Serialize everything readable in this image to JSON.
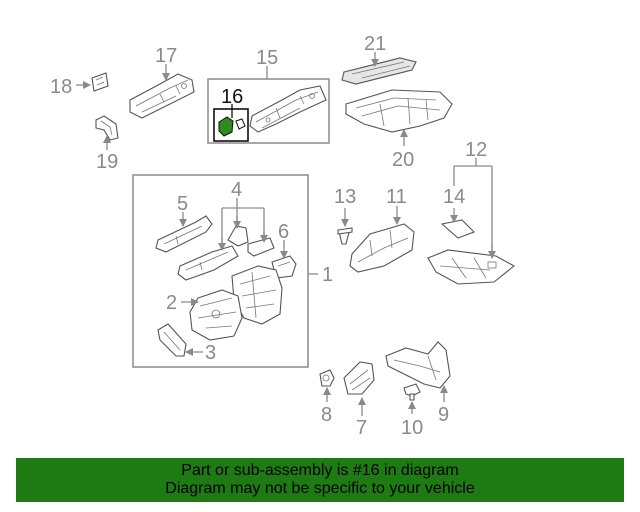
{
  "callouts": {
    "c1": "1",
    "c2": "2",
    "c3": "3",
    "c4": "4",
    "c5": "5",
    "c6": "6",
    "c7": "7",
    "c8": "8",
    "c9": "9",
    "c10": "10",
    "c11": "11",
    "c12": "12",
    "c13": "13",
    "c14": "14",
    "c15": "15",
    "c16": "16",
    "c17": "17",
    "c18": "18",
    "c19": "19",
    "c20": "20",
    "c21": "21"
  },
  "highlight_part": "16",
  "banner": {
    "line1": "Part or sub-assembly is #16 in diagram",
    "line2": "Diagram may not be specific to your vehicle"
  },
  "colors": {
    "banner_bg": "#1e7a12",
    "highlight_part_fill": "#2e8b1e",
    "callout_gray": "#8a8a8a"
  }
}
